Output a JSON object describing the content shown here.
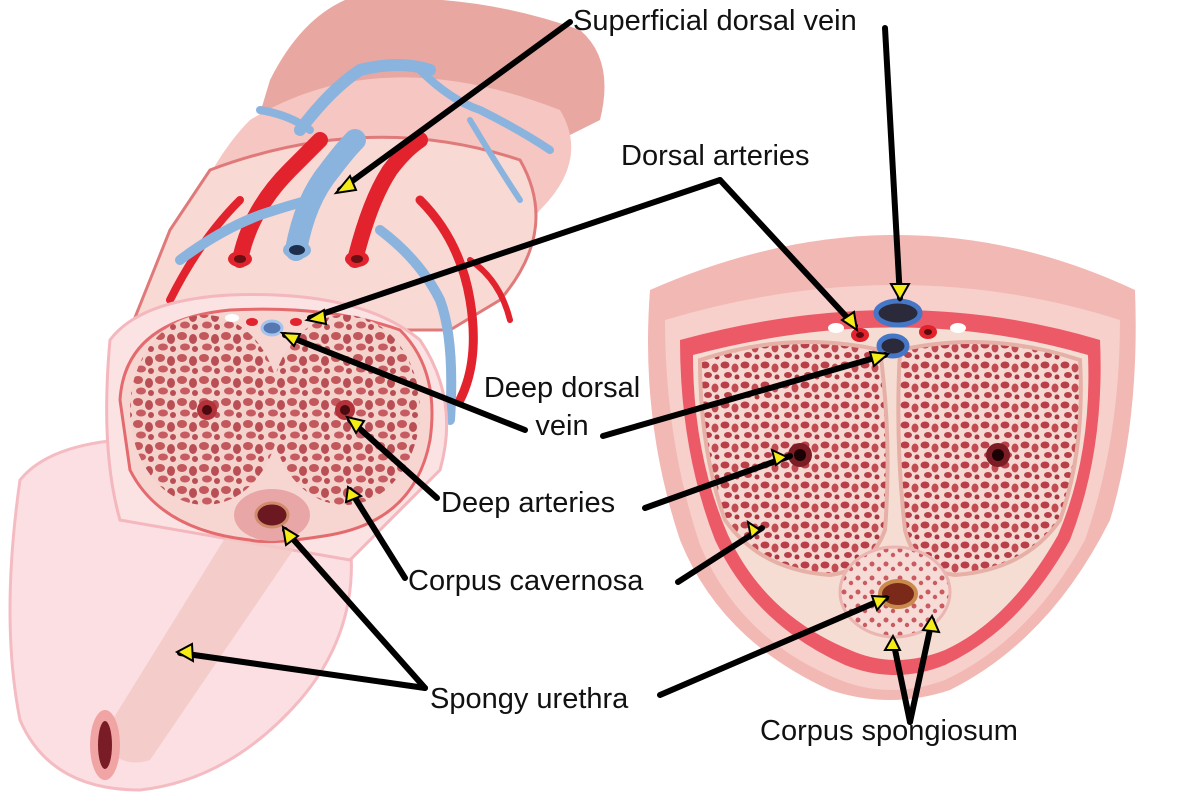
{
  "labels": {
    "superficial_dorsal_vein": "Superficial dorsal vein",
    "dorsal_arteries": "Dorsal arteries",
    "deep_dorsal_vein_line1": "Deep dorsal",
    "deep_dorsal_vein_line2": "vein",
    "deep_arteries": "Deep arteries",
    "corpus_cavernosa": "Corpus cavernosa",
    "spongy_urethra": "Spongy urethra",
    "corpus_spongiosum": "Corpus spongiosum"
  },
  "colors": {
    "skin": "#f2b8b4",
    "skin_dark": "#e7948f",
    "tissue": "#c2575c",
    "tissue_light": "#f4d3cd",
    "artery": "#e2222c",
    "vein": "#8ab4de",
    "glans": "#fbdde0",
    "arrow_line": "#000000",
    "arrow_tip": "#f4ec14"
  }
}
